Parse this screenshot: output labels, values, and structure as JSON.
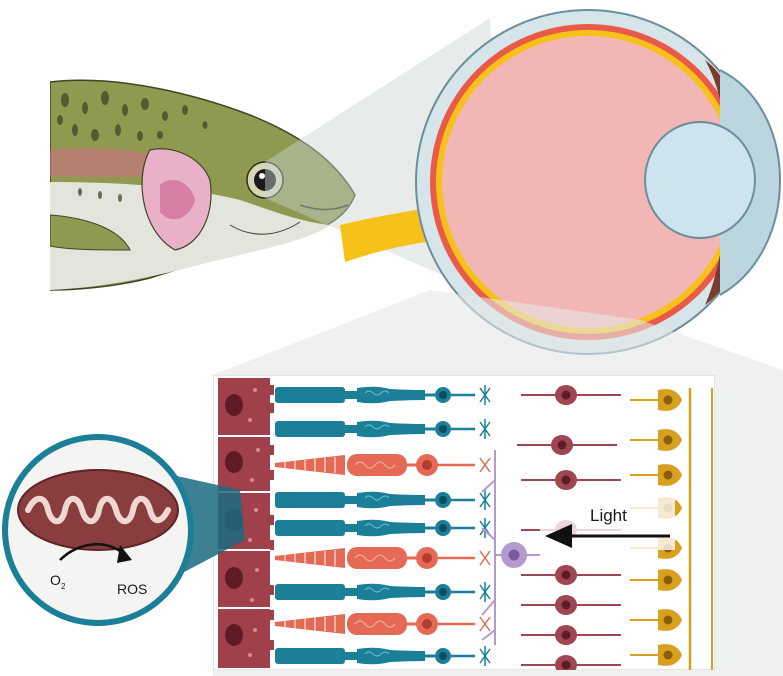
{
  "labels": {
    "light": "Light",
    "oxygen": "O",
    "oxygen_subscript": "2",
    "ros": "ROS"
  },
  "colors": {
    "rod": "#1a7f97",
    "cone": "#e46a56",
    "rpe": "#a0404a",
    "bipolar": "#a04652",
    "ganglion": "#d9a020",
    "amacrine": "#b59ad0",
    "optic_nerve": "#f6c21a",
    "retina": "#e95a48",
    "vitreous": "#f2b6b4",
    "lens": "#cde4ee",
    "fish_body": "#8f9a50"
  },
  "icons": {
    "light_arrow": "left-arrow-icon",
    "reaction_arrow": "curved-arrow-icon"
  }
}
